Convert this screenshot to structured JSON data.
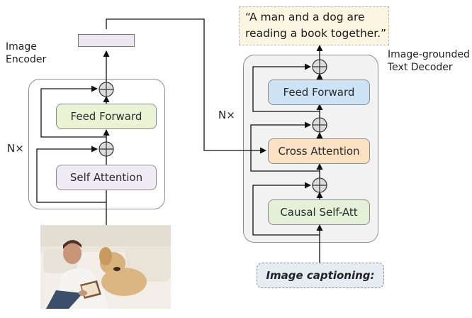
{
  "encoder": {
    "title_line1": "Image",
    "title_line2": "Encoder",
    "repeat_label": "N×",
    "feed_forward_label": "Feed Forward",
    "self_attention_label": "Self Attention"
  },
  "decoder": {
    "title_line1": "Image-grounded",
    "title_line2": "Text Decoder",
    "repeat_label": "N×",
    "feed_forward_label": "Feed Forward",
    "cross_attention_label": "Cross Attention",
    "causal_self_att_label": "Causal Self-Att",
    "output_caption_line1": "“A man and a dog are",
    "output_caption_line2": "reading a book together.”",
    "input_prompt_label": "Image captioning:"
  },
  "colors": {
    "feed_forward_encoder": "#eaf3d4",
    "self_attention": "#efeaf5",
    "feed_forward_decoder": "#cde3f6",
    "cross_attention": "#fbe2c2",
    "causal_self_att": "#e4f0d8",
    "caption_bg": "#fbf5e2",
    "prompt_bg": "#e6ecf4"
  },
  "icons": {
    "add": "circle-plus-icon",
    "arrow": "arrow-head-icon"
  }
}
